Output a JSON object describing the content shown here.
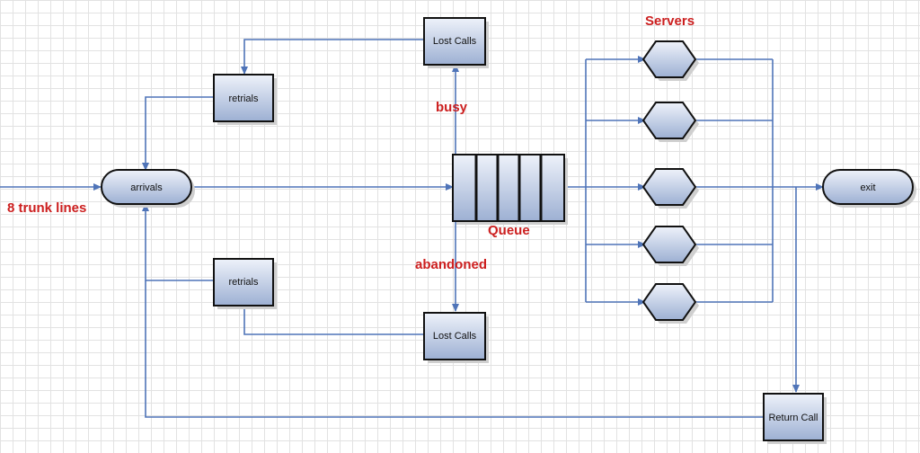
{
  "nodes": {
    "arrivals": "arrivals",
    "exit": "exit",
    "lost_calls_top": "Lost Calls",
    "lost_calls_bottom": "Lost Calls",
    "retrials_top": "retrials",
    "retrials_bottom": "retrials",
    "return_call": "Return Call"
  },
  "labels": {
    "trunk_lines": "8 trunk lines",
    "servers": "Servers",
    "busy": "busy",
    "queue": "Queue",
    "abandoned": "abandoned"
  },
  "colors": {
    "edge": "#4f74b8",
    "label_red": "#cc1f1f",
    "node_fill_top": "#e9eef8",
    "node_fill_bottom": "#9fb1d2"
  }
}
